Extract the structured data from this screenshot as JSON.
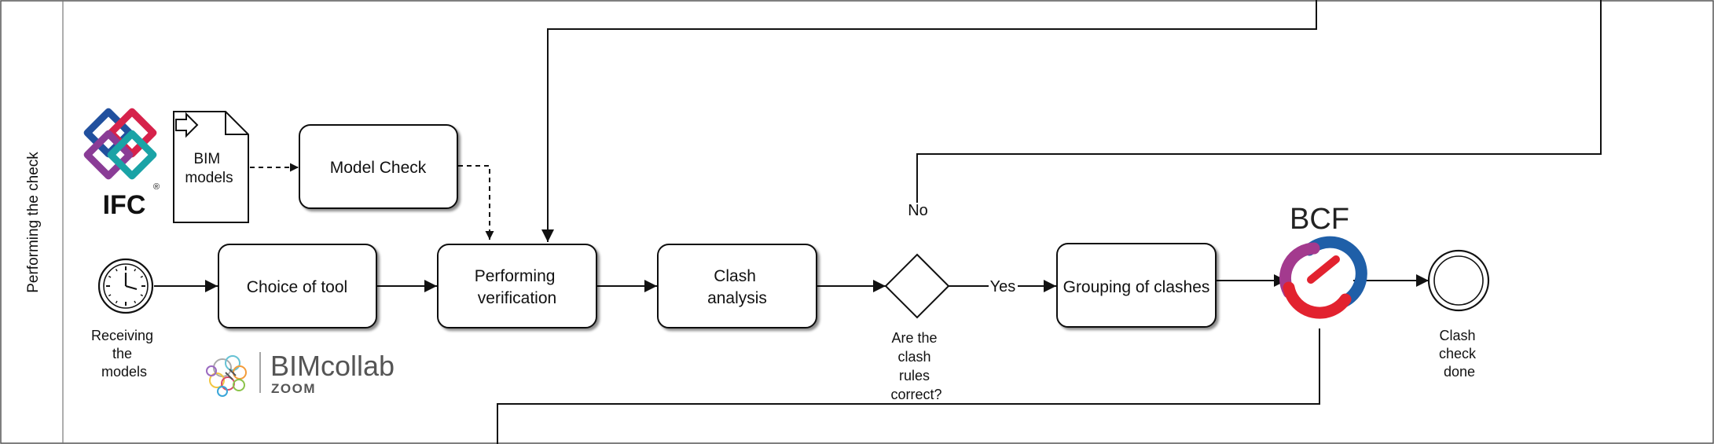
{
  "lane": {
    "label": "Performing the check"
  },
  "events": {
    "start_label": [
      "Receiving",
      "the",
      "models"
    ],
    "end_label": [
      "Clash",
      "check",
      "done"
    ]
  },
  "artifact": {
    "label": [
      "BIM",
      "models"
    ]
  },
  "tasks": {
    "model_check": "Model Check",
    "choice_of_tool": "Choice of tool",
    "performing_verification": [
      "Performing",
      "verification"
    ],
    "clash_analysis": [
      "Clash",
      "analysis"
    ],
    "grouping_of_clashes": "Grouping of clashes"
  },
  "gateway": {
    "question": [
      "Are the",
      "clash",
      "rules",
      "correct?"
    ],
    "no_label": "No",
    "yes_label": "Yes"
  },
  "logos": {
    "ifc": "IFC",
    "ifc_reg": "®",
    "bcf": "BCF",
    "bimcollab": "BIMcollab",
    "zoom": "ZOOM"
  },
  "colors": {
    "stroke": "#111111",
    "ifc_red": "#d6224b",
    "ifc_blue": "#21509e",
    "ifc_purple": "#8a3c96",
    "ifc_teal": "#1aa3a6",
    "bcf_red": "#e2222f",
    "bcf_blue": "#1f5fa8",
    "bcf_purple": "#a33a8e"
  }
}
